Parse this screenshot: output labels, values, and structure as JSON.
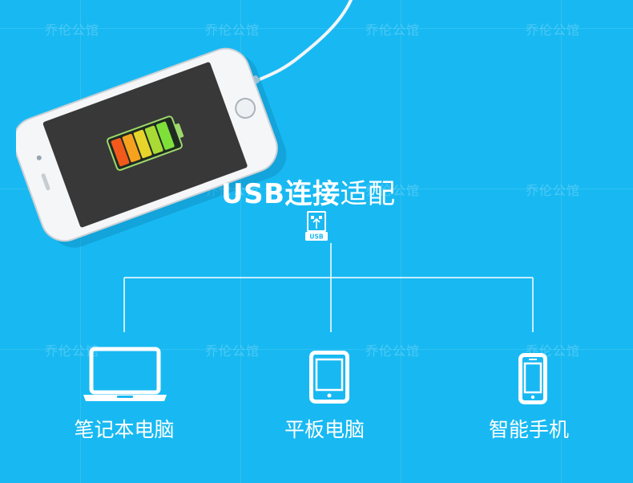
{
  "watermark": "乔伦公馆",
  "headline": {
    "strong": "USB连接",
    "light": "适配"
  },
  "usb_icon_label": "USB",
  "devices": [
    {
      "label": "笔记本电脑",
      "icon": "laptop-icon"
    },
    {
      "label": "平板电脑",
      "icon": "tablet-icon"
    },
    {
      "label": "智能手机",
      "icon": "smartphone-icon"
    }
  ],
  "colors": {
    "background": "#18b9f2",
    "foreground": "#ffffff",
    "battery_low": "#f25a1c",
    "battery_high": "#7fe03a"
  }
}
